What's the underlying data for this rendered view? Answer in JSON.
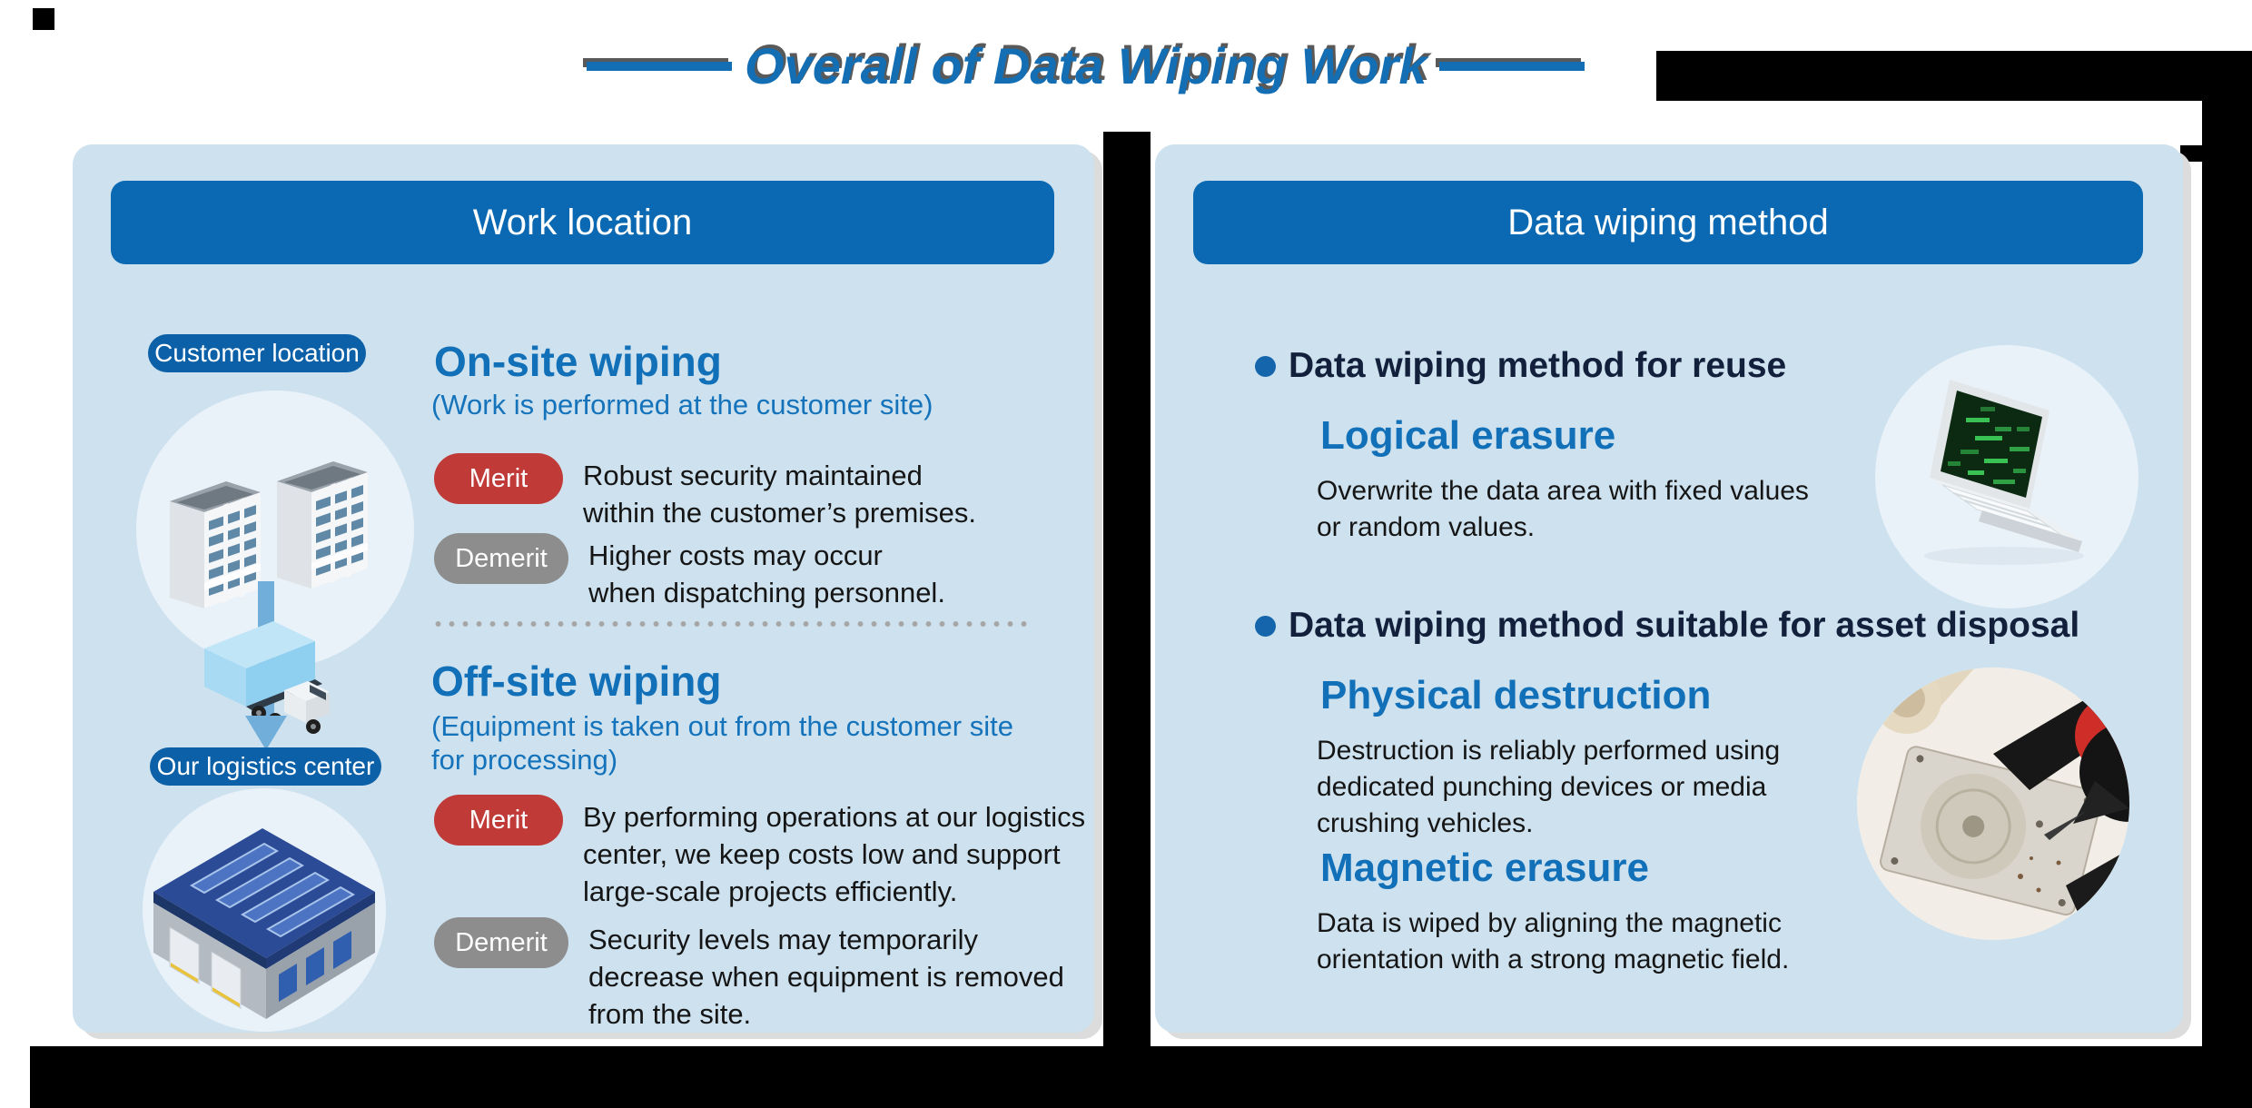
{
  "title": {
    "text": "Overall of Data Wiping Work"
  },
  "colors": {
    "title-blue": "#146eb4",
    "shadow-gray": "#595959",
    "panel-bg": "#cde1ee",
    "header-blue": "#0a69b2",
    "pill-blue": "#0c60a7",
    "circle-bg": "#e9f1f9",
    "arrow-blue": "#72aeda",
    "heading-blue": "#1170b8",
    "subhead-blue": "#1473bb",
    "merit-red": "#c03a37",
    "demerit-gray": "#8d8d8d",
    "bullet-blue": "#1565ad",
    "navy": "#13203c"
  },
  "left_panel": {
    "header": "Work location",
    "customer_location_label": "Customer location",
    "logistics_center_label": "Our logistics center",
    "onsite": {
      "heading": "On-site wiping",
      "subheading": "(Work is performed at the customer site)",
      "merit_label": "Merit",
      "merit_text": "Robust security maintained\nwithin the customer’s premises.",
      "demerit_label": "Demerit",
      "demerit_text": "Higher costs may occur\nwhen dispatching personnel."
    },
    "offsite": {
      "heading": "Off-site wiping",
      "subheading": "(Equipment is taken out from the customer site\nfor processing)",
      "merit_label": "Merit",
      "merit_text": "By performing operations at our logistics\ncenter, we keep costs low and support\nlarge-scale projects efficiently.",
      "demerit_label": "Demerit",
      "demerit_text": "Security levels may temporarily\ndecrease when equipment is removed\nfrom the site."
    }
  },
  "right_panel": {
    "header": "Data wiping method",
    "reuse": {
      "bullet_heading": "Data wiping method for reuse",
      "logical_heading": "Logical erasure",
      "logical_text": "Overwrite the data area with fixed values\nor random values."
    },
    "disposal": {
      "bullet_heading": "Data wiping method suitable for asset disposal",
      "physical_heading": "Physical destruction",
      "physical_text": "Destruction is reliably performed using\ndedicated punching devices or media\ncrushing vehicles.",
      "magnetic_heading": "Magnetic erasure",
      "magnetic_text": "Data is wiped by aligning the magnetic\norientation with a strong magnetic field."
    }
  },
  "illustrations": {
    "customer_buildings": "isometric office buildings",
    "transport_truck": "container truck",
    "down_arrow": "blue downward arrow",
    "logistics_warehouse": "warehouse with solar panel roof",
    "laptop_code": "laptop with green data screen",
    "hdd_drill": "hard disk drive being drilled"
  }
}
